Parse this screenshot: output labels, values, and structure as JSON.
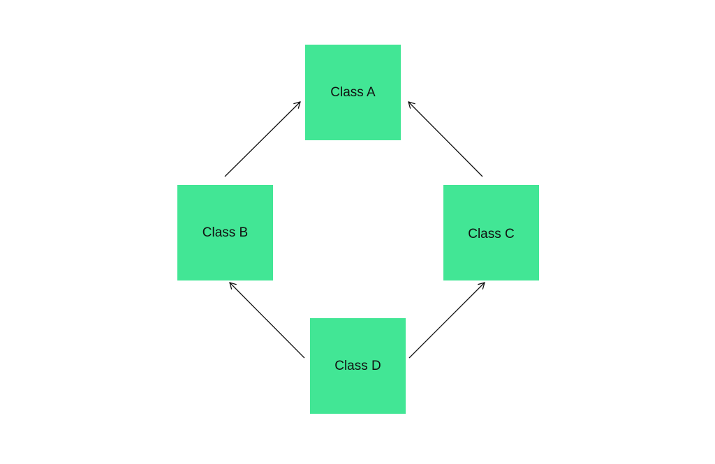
{
  "diagram": {
    "colors": {
      "node_fill": "#42e695",
      "arrow": "#111111",
      "text": "#111111"
    },
    "nodes": {
      "a": {
        "label": "Class A"
      },
      "b": {
        "label": "Class B"
      },
      "c": {
        "label": "Class C"
      },
      "d": {
        "label": "Class D"
      }
    },
    "edges": [
      {
        "from": "Class B",
        "to": "Class A"
      },
      {
        "from": "Class C",
        "to": "Class A"
      },
      {
        "from": "Class D",
        "to": "Class B"
      },
      {
        "from": "Class D",
        "to": "Class C"
      }
    ]
  }
}
